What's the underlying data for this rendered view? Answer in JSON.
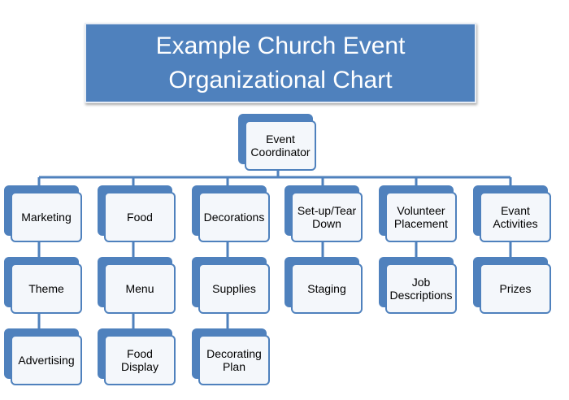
{
  "title": {
    "line1": "Example Church Event",
    "line2": "Organizational Chart"
  },
  "colors": {
    "accent": "#4f81bd",
    "box_fill": "#f4f7fb",
    "title_text": "#ffffff"
  },
  "root": {
    "label": "Event\nCoordinator"
  },
  "columns": [
    {
      "head": "Marketing",
      "children": [
        "Theme",
        "Advertising"
      ]
    },
    {
      "head": "Food",
      "children": [
        "Menu",
        "Food\nDisplay"
      ]
    },
    {
      "head": "Decorations",
      "children": [
        "Supplies",
        "Decorating\nPlan"
      ]
    },
    {
      "head": "Set-up/Tear\nDown",
      "children": [
        "Staging"
      ]
    },
    {
      "head": "Volunteer\nPlacement",
      "children": [
        "Job\nDescriptions"
      ]
    },
    {
      "head": "Evant\nActivities",
      "children": [
        "Prizes"
      ]
    }
  ]
}
